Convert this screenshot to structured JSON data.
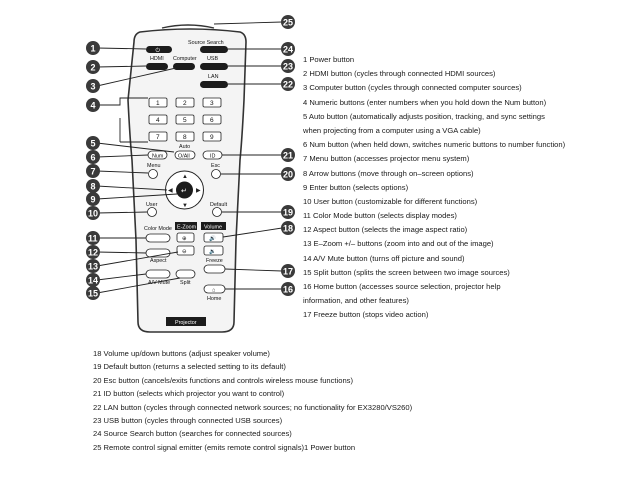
{
  "remote": {
    "labels": {
      "source_search": "Source Search",
      "hdmi": "HDMI",
      "computer": "Computer",
      "usb": "USB",
      "lan": "LAN",
      "auto": "Auto",
      "num": "Num",
      "oall": "O/All",
      "id": "ID",
      "menu": "Menu",
      "esc": "Esc",
      "user": "User",
      "default": "Default",
      "color_mode": "Color Mode",
      "ezoom": "E-Zoom",
      "volume": "Volume",
      "aspect": "Aspect",
      "av_mute": "A/V Mute",
      "split": "Split",
      "freeze": "Freeze",
      "home": "Home",
      "projector": "Projector"
    },
    "numbers": [
      "1",
      "2",
      "3",
      "4",
      "5",
      "6",
      "7",
      "8",
      "9",
      "0"
    ],
    "callouts": [
      "1",
      "2",
      "3",
      "4",
      "5",
      "6",
      "7",
      "8",
      "9",
      "10",
      "11",
      "12",
      "13",
      "14",
      "15",
      "16",
      "17",
      "18",
      "19",
      "20",
      "21",
      "22",
      "23",
      "24",
      "25"
    ]
  },
  "legend_right": [
    "1 Power button",
    "2 HDMI button (cycles through connected HDMI sources)",
    "3 Computer button (cycles through connected computer sources)",
    "4 Numeric buttons (enter numbers when you hold down the Num button)",
    "5 Auto button (automatically adjusts position, tracking, and sync settings",
    "when projecting from a computer using a VGA cable)",
    "6 Num button (when held down, switches numeric buttons to number function)",
    "7 Menu button (accesses projector menu system)",
    "8 Arrow buttons (move through on–screen options)",
    "9 Enter button (selects options)",
    "10 User button (customizable for different functions)",
    "11 Color Mode button (selects display modes)",
    "12 Aspect button (selects the image aspect ratio)",
    "13 E–Zoom +/– buttons (zoom into and out of the image)",
    "14 A/V Mute button (turns off picture and sound)",
    "15 Split button (splits the screen between two image sources)",
    "16 Home button (accesses source selection, projector help",
    "information, and other features)",
    "17 Freeze button (stops video action)"
  ],
  "legend_bottom": [
    "18 Volume up/down buttons (adjust speaker volume)",
    "19 Default button (returns a selected setting to its default)",
    "20 Esc button (cancels/exits functions and controls wireless mouse functions)",
    "21 ID button (selects which projector you want to control)",
    "22 LAN button (cycles through connected network sources; no functionality for EX3280/VS260)",
    "23 USB button (cycles through connected USB sources)",
    "24 Source Search button (searches for connected sources)",
    "25 Remote control signal emitter (emits remote control signals)1 Power button"
  ],
  "colors": {
    "remote_body": "#f4f4f4",
    "remote_outline": "#333333",
    "dark_button": "#1c1c1c",
    "callout": "#3a3a3a"
  }
}
